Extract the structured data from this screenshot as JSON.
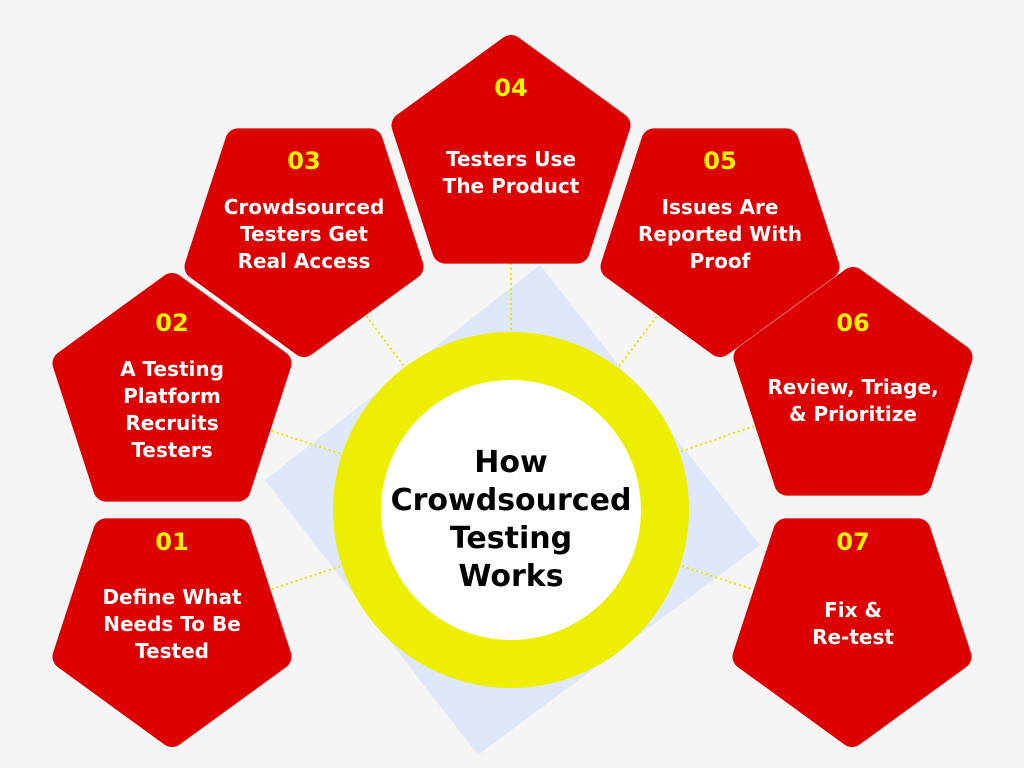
{
  "title": "How\nCrowdsourced\nTesting\nWorks",
  "colors": {
    "background": "#f5f5f5",
    "pentagon": "#dd0000",
    "number": "#f2f200",
    "ring": "#eeee00",
    "square": "#dfe8fb"
  },
  "steps": [
    {
      "number": "01",
      "label": "Define What\nNeeds To Be\nTested"
    },
    {
      "number": "02",
      "label": "A Testing\nPlatform\nRecruits\nTesters"
    },
    {
      "number": "03",
      "label": "Crowdsourced\nTesters Get\nReal Access"
    },
    {
      "number": "04",
      "label": "Testers Use\nThe Product"
    },
    {
      "number": "05",
      "label": "Issues Are\nReported With\nProof"
    },
    {
      "number": "06",
      "label": "Review, Triage,\n& Prioritize"
    },
    {
      "number": "07",
      "label": "Fix &\nRe-test"
    }
  ]
}
